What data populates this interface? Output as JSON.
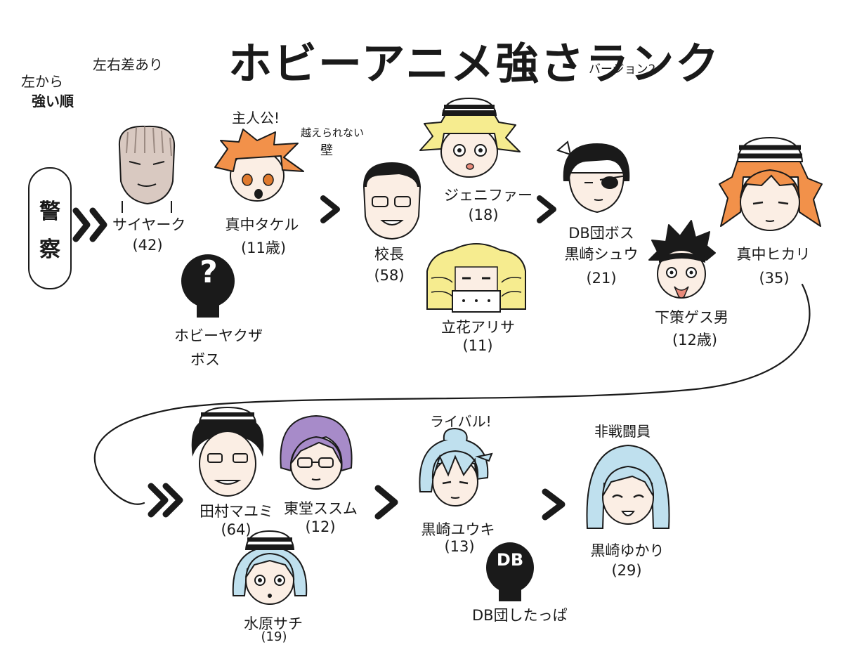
{
  "title": "ホビーアニメ強さランク",
  "subtitle": "バージョン2",
  "notes": {
    "left_right": "左右差あり",
    "order_line1": "左から",
    "order_line2": "強い順",
    "hero": "主人公!",
    "wall_line1": "越えられない",
    "wall_line2": "壁",
    "rival": "ライバル!",
    "noncombat": "非戦闘員"
  },
  "police": {
    "char1": "警",
    "char2": "察"
  },
  "characters": {
    "saiyaku": {
      "name": "サイヤーク",
      "age": "(42)"
    },
    "takeru": {
      "name": "真中タケル",
      "age": "(11歳)"
    },
    "hobby_yakuza": {
      "name_line1": "ホビーヤクザ",
      "name_line2": "ボス",
      "symbol": "?"
    },
    "principal": {
      "name": "校長",
      "age": "(58)"
    },
    "jennifer": {
      "name": "ジェニファー",
      "age": "(18)"
    },
    "arisa": {
      "name": "立花アリサ",
      "age": "(11)"
    },
    "shu": {
      "name_line1": "DB団ボス",
      "name_line2": "黒崎シュウ",
      "age": "(21)"
    },
    "gesuo": {
      "name": "下策ゲス男",
      "age": "(12歳)"
    },
    "hikari": {
      "name": "真中ヒカリ",
      "age": "(35)"
    },
    "mayumi": {
      "name": "田村マユミ",
      "age": "(64)"
    },
    "susumu": {
      "name": "東堂ススム",
      "age": "(12)"
    },
    "sachi": {
      "name": "水原サチ",
      "age": "(19)"
    },
    "yuki": {
      "name": "黒崎ユウキ",
      "age": "(13)"
    },
    "db_minion": {
      "name": "DB団したっぱ",
      "symbol": "DB"
    },
    "yukari": {
      "name": "黒崎ゆかり",
      "age": "(29)"
    }
  },
  "colors": {
    "orange_hair": "#f2914a",
    "yellow_hair": "#f6ec8f",
    "blue_hair": "#bfe0ee",
    "purple_hair": "#a78bc9",
    "skin": "#fbeee4",
    "statue": "#d9c9c1",
    "ink": "#1a1a1a"
  }
}
